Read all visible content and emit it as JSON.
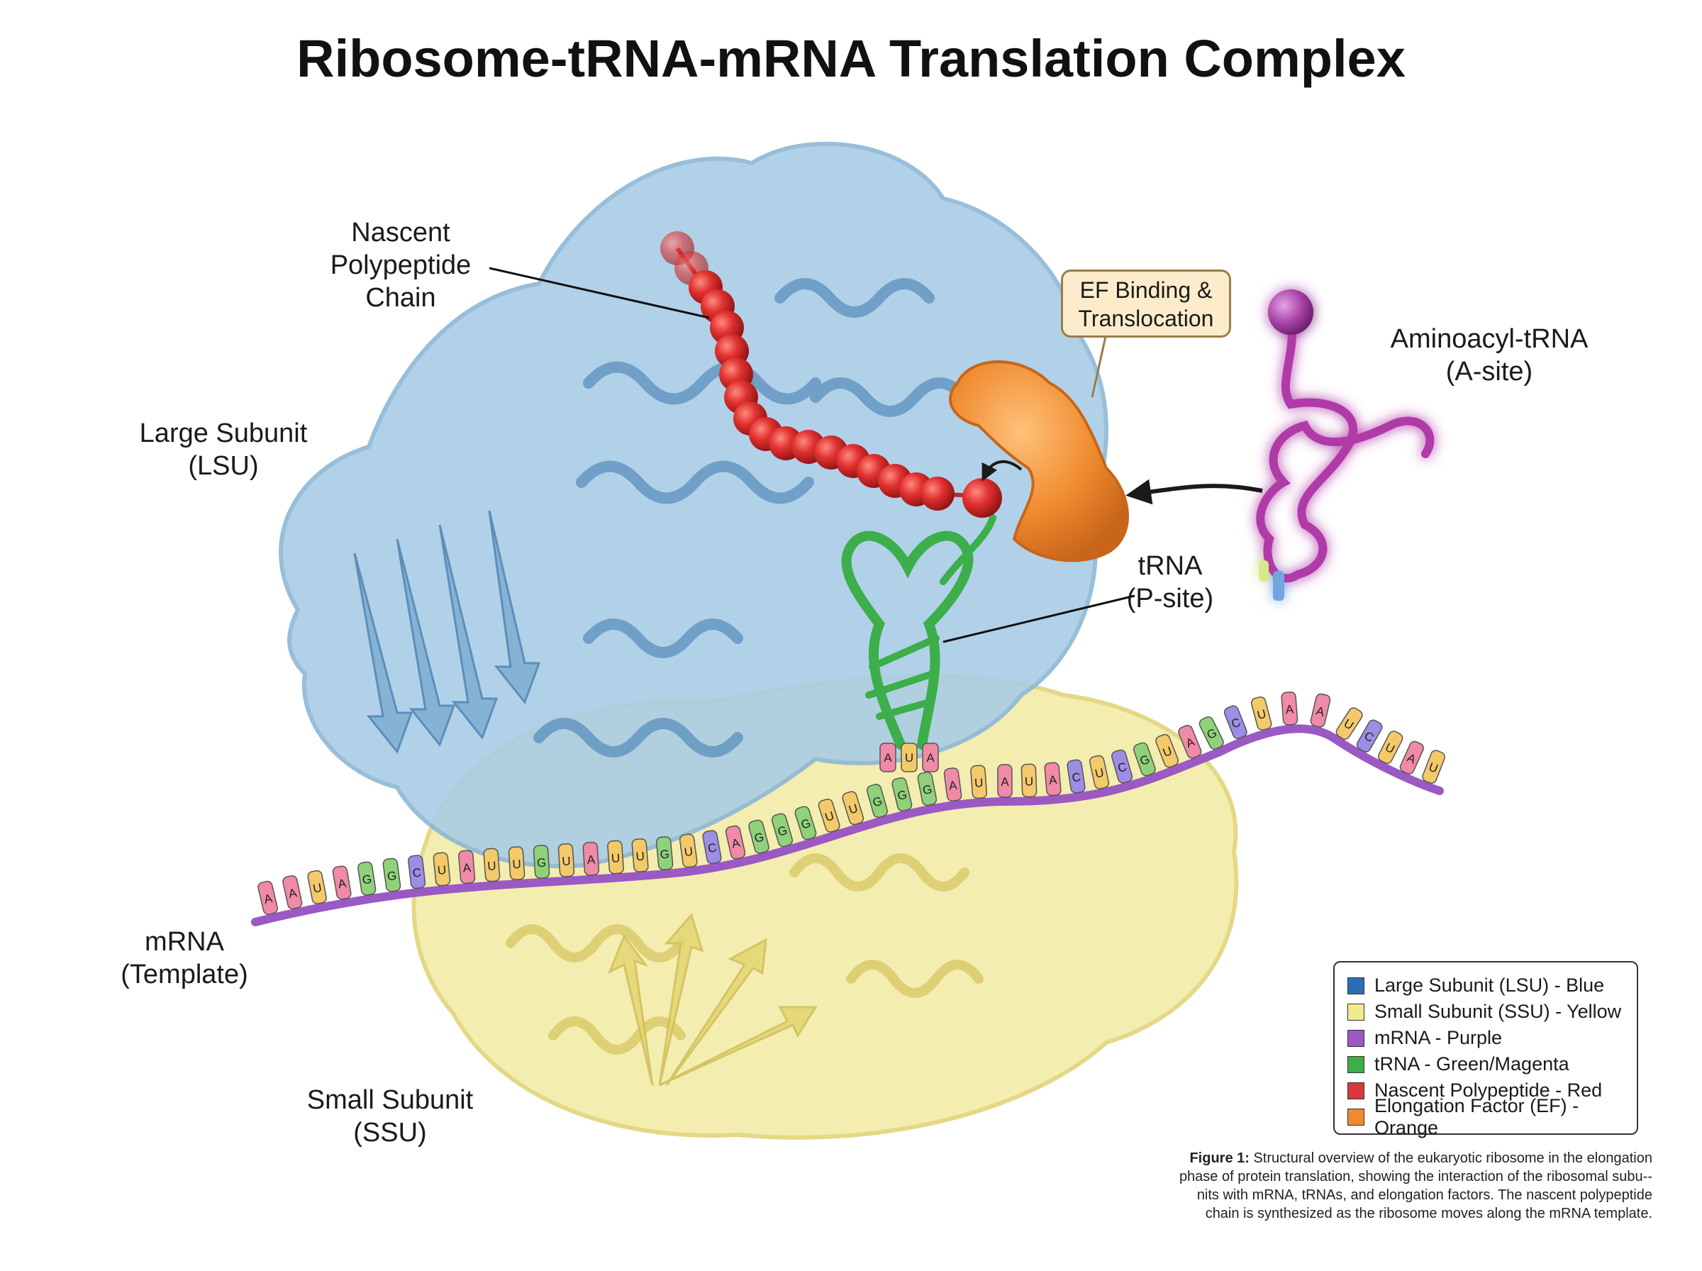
{
  "title": "Ribosome-tRNA-mRNA Translation Complex",
  "labels": {
    "polypeptide": [
      "Nascent",
      "Polypeptide",
      "Chain"
    ],
    "lsu": [
      "Large Subunit",
      "(LSU)"
    ],
    "ef_callout": [
      "EF Binding &",
      "Translocation"
    ],
    "aminoacyl": [
      "Aminoacyl-tRNA",
      "(A-site)"
    ],
    "trna": [
      "tRNA",
      "(P-site)"
    ],
    "mrna": [
      "mRNA",
      "(Template)"
    ],
    "ssu": [
      "Small Subunit",
      "(SSU)"
    ]
  },
  "mrna_sequence": [
    "A",
    "A",
    "U",
    "A",
    "G",
    "G",
    "C",
    "U",
    "A",
    "U",
    "U",
    "G",
    "U",
    "A",
    "U",
    "U",
    "G",
    "U",
    "C",
    "A",
    "G",
    "G",
    "G",
    "U",
    "U",
    "G",
    "G",
    "G",
    "A",
    "U",
    "A",
    "U",
    "A",
    "C",
    "U",
    "C",
    "G",
    "U",
    "A",
    "G",
    "C",
    "U",
    "A",
    "A",
    "U",
    "C",
    "U",
    "A",
    "U"
  ],
  "codon_anticodon": [
    "A",
    "U",
    "A"
  ],
  "nucleotide_colors": {
    "A": "#f08aa6",
    "U": "#f3c96a",
    "G": "#8fd27a",
    "C": "#9c8de6"
  },
  "legend": [
    {
      "label": "Large Subunit (LSU) - Blue",
      "color": "#2d6db5"
    },
    {
      "label": "Small Subunit (SSU) - Yellow",
      "color": "#f2ea8f"
    },
    {
      "label": "mRNA - Purple",
      "color": "#9b59c4"
    },
    {
      "label": "tRNA - Green/Magenta",
      "color": "#3cae4a"
    },
    {
      "label": "Nascent Polypeptide - Red",
      "color": "#d9373c"
    },
    {
      "label": "Elongation Factor (EF) - Orange",
      "color": "#ef8a2e"
    }
  ],
  "caption": {
    "prefix": "Figure 1:",
    "lines": [
      "Structural overview of the eukaryotic ribosome in the elongation",
      "phase of protein translation, showing the interaction of the ribosomal subu--",
      "nits with mRNA, tRNAs, and elongation factors. The nascent polypeptide",
      "chain is synthesized as the ribosome moves along the mRNA template."
    ]
  }
}
